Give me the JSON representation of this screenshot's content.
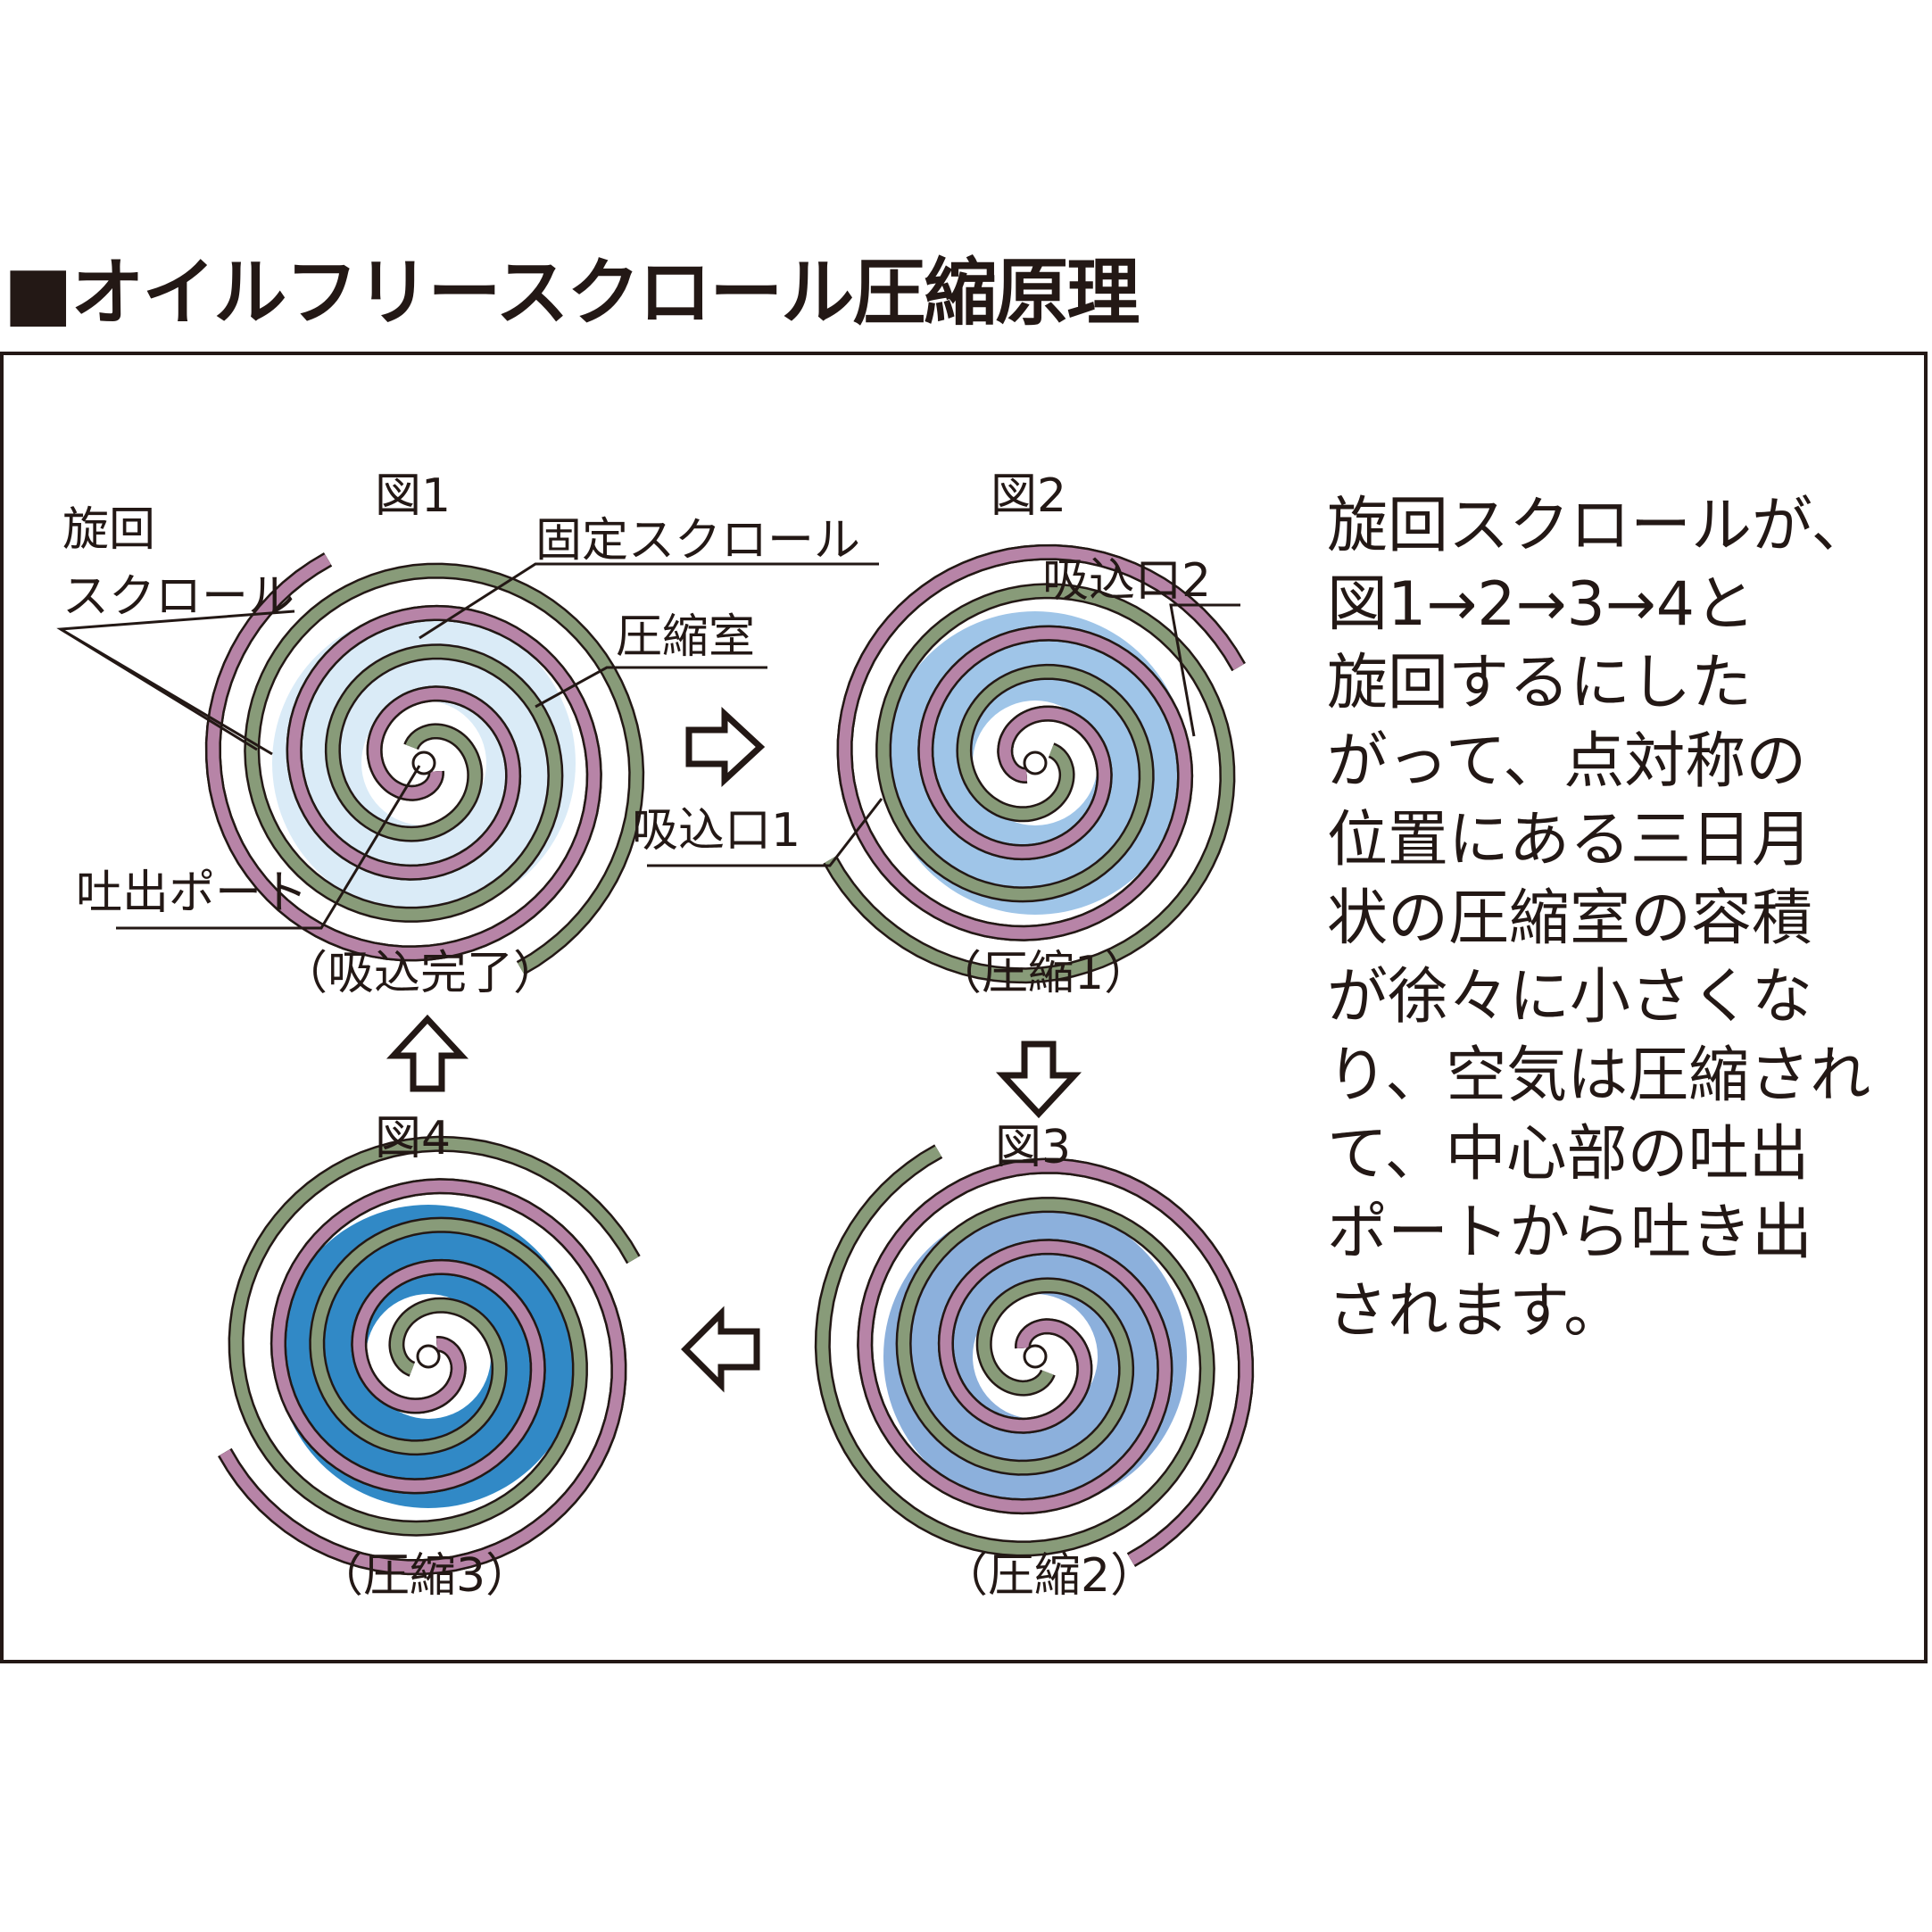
{
  "title": "■オイルフリースクロール圧縮原理",
  "colors": {
    "ink": "#231815",
    "orbiting_scroll": "#b784a7",
    "fixed_scroll": "#889b79",
    "chamber_fig1": "#d6e9f6",
    "chamber_fig2": "#95bfe6",
    "chamber_fig3": "#7fa7d8",
    "chamber_fig4": "#1b7cc0"
  },
  "figures": [
    {
      "label": "図1",
      "state": "（吸込完了）"
    },
    {
      "label": "図2",
      "state": "（圧縮1）"
    },
    {
      "label": "図3",
      "state": "（圧縮2）"
    },
    {
      "label": "図4",
      "state": "（圧縮3）"
    }
  ],
  "callouts": {
    "orbiting_scroll_line1": "旋回",
    "orbiting_scroll_line2": "スクロール",
    "fixed_scroll": "固定スクロール",
    "compression_chamber": "圧縮室",
    "discharge_port": "吐出ポート",
    "intake_1": "吸込口1",
    "intake_2": "吸込口2"
  },
  "arrows": [
    "right-arrow",
    "down-arrow",
    "left-arrow",
    "up-arrow"
  ],
  "description": "旋回スクロールが、\n図1→2→3→4と\n旋回するにした\nがって、点対称の\n位置にある三日月\n状の圧縮室の容積\nが徐々に小さくな\nり、空気は圧縮され\nて、中心部の吐出\nポートから吐き出\nされます。"
}
